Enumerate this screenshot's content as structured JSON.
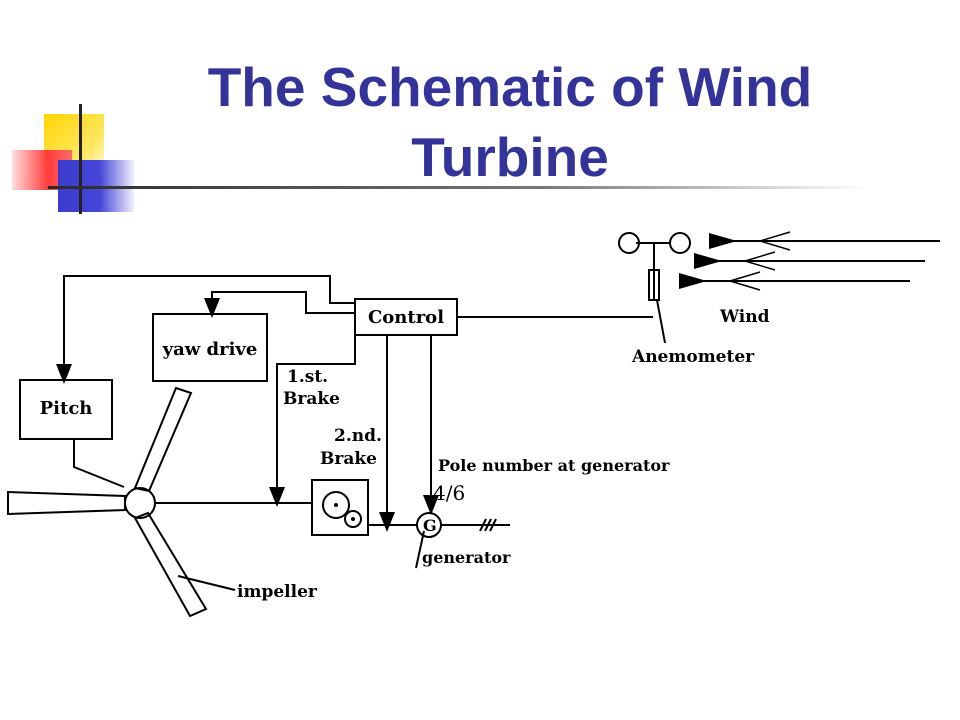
{
  "title": "The Schematic of Wind Turbine",
  "labels": {
    "control": "Control",
    "yaw_drive": "yaw drive",
    "pitch": "Pitch",
    "brake1_line1": "1.st.",
    "brake1_line2": "Brake",
    "brake2_line1": "2.nd.",
    "brake2_line2": "Brake",
    "pole_number": "Pole number at generator",
    "pole_value": "4/6",
    "generator": "generator",
    "generator_symbol": "G",
    "impeller": "impeller",
    "wind": "Wind",
    "anemometer": "Anemometer"
  },
  "colors": {
    "title": "#333399",
    "deco_yellow": "#ffd400",
    "deco_red": "#ff3b3b",
    "deco_blue": "#3a3acc"
  }
}
